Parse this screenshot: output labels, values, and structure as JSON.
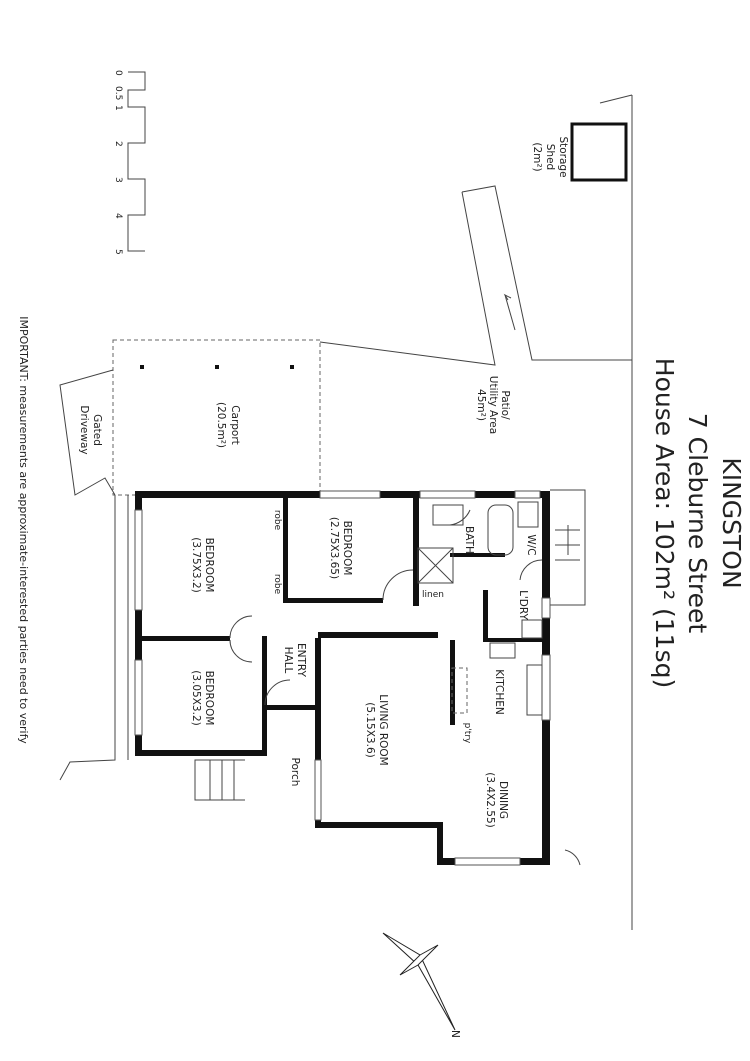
{
  "title": {
    "suburb": "KINGSTON",
    "address": "7 Cleburne Street",
    "area": "House Area: 102m² (11sq)"
  },
  "rooms": {
    "storage_shed": [
      "Storage",
      "Shed",
      "(2m²)"
    ],
    "patio": [
      "Patio/",
      "Utility Area",
      "45m²)"
    ],
    "carport": [
      "Carport",
      "(20.5m²)"
    ],
    "driveway": [
      "Gated",
      "Driveway"
    ],
    "bedroom1": [
      "BEDROOM",
      "(2.75X3.65)"
    ],
    "bedroom2": [
      "BEDROOM",
      "(3.75X3.2)"
    ],
    "bedroom3": [
      "BEDROOM",
      "(3.05X3.2)"
    ],
    "living": [
      "LIVING ROOM",
      "(5.15X3.6)"
    ],
    "dining": [
      "DINING",
      "(3.4X2.55)"
    ],
    "kitchen": "KITCHEN",
    "laundry": "L'DRY",
    "wc": "W/C",
    "bath": "BATH",
    "linen": "linen",
    "pantry": "p'try",
    "robe": "robe",
    "entry_hall": [
      "ENTRY",
      "HALL"
    ],
    "porch": "Porch"
  },
  "scale": {
    "ticks": [
      "0",
      "0.5",
      "1",
      "2",
      "3",
      "4",
      "5"
    ]
  },
  "note": "IMPORTANT: measurements are approximate-interested parties need to verify",
  "compass": {
    "label": "N"
  }
}
